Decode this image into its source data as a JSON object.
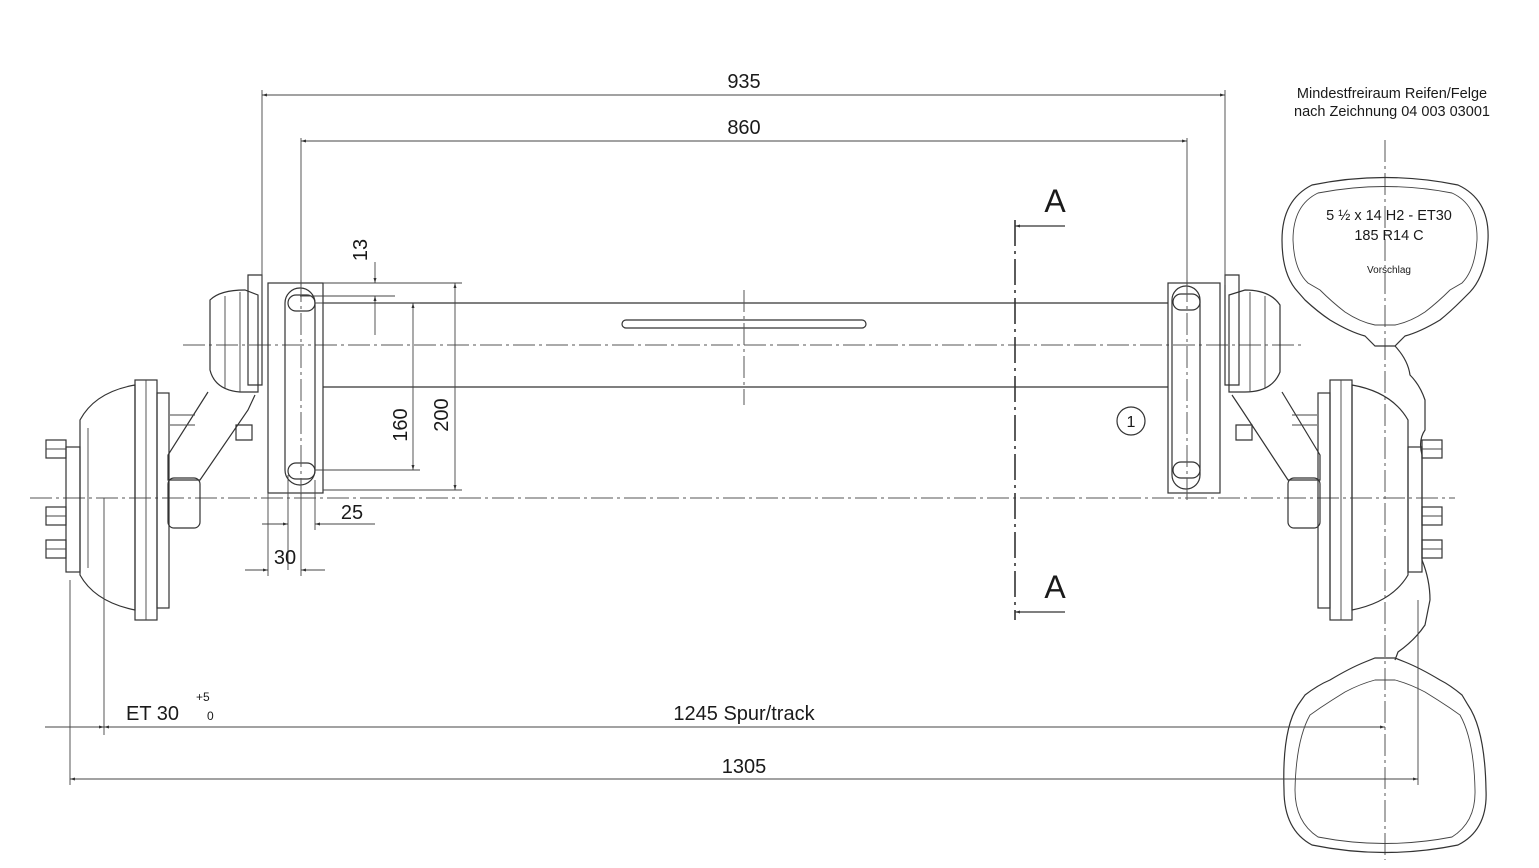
{
  "dimensions": {
    "d935": "935",
    "d860": "860",
    "d13": "13",
    "d160": "160",
    "d200": "200",
    "d25": "25",
    "d30": "30",
    "et_label": "ET 30",
    "et_tol_upper": "+5",
    "et_tol_lower": "0",
    "track": "1245 Spur/track",
    "d1305": "1305"
  },
  "section": {
    "top": "A",
    "bottom": "A"
  },
  "callout": "1",
  "tire_note": {
    "line1": "Mindestfreiraum Reifen/Felge",
    "line2": "nach Zeichnung 04 003 03001"
  },
  "tire": {
    "rim": "5 ½ x 14 H2 - ET30",
    "size": "185 R14 C",
    "note": "Vorschlag"
  }
}
